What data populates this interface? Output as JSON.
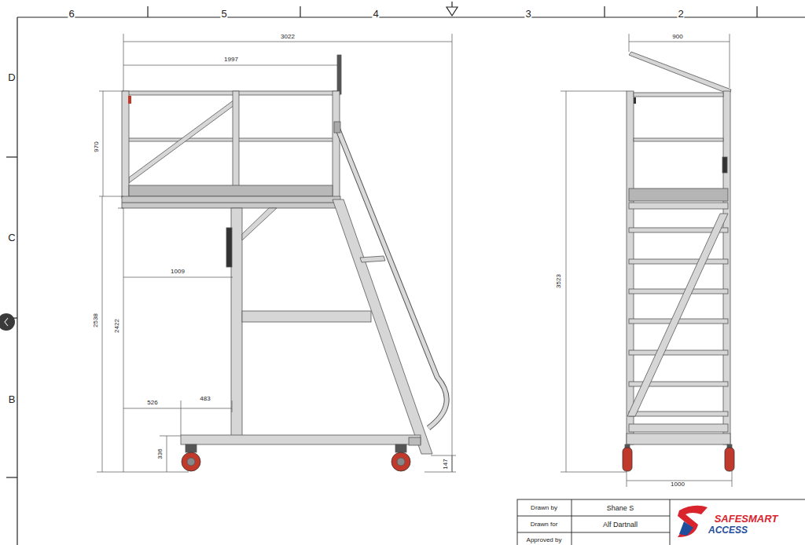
{
  "diagram": {
    "labels": [
      "6",
      "5",
      "4",
      "3",
      "2",
      "D",
      "C",
      "B",
      "3022",
      "1997",
      "970",
      "1009",
      "2538",
      "2422",
      "526",
      "483",
      "336",
      "147",
      "900",
      "3523",
      "1000",
      "Drawn by",
      "Shane S",
      "Drawn for",
      "Alf Dartnall",
      "Approved by",
      "SAFESMART",
      "ACCESS"
    ]
  }
}
